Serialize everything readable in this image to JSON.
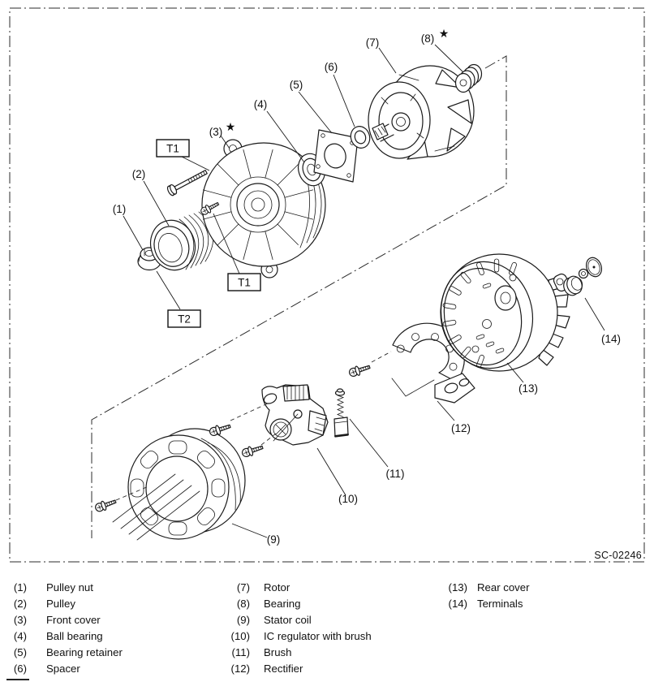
{
  "figure": {
    "diagram_code": "SC-02246",
    "star_marker": "★",
    "torque": {
      "t1": "T1",
      "t2": "T2"
    },
    "callouts": {
      "c1": "(1)",
      "c2": "(2)",
      "c3": "(3)",
      "c4": "(4)",
      "c5": "(5)",
      "c6": "(6)",
      "c7": "(7)",
      "c8": "(8)",
      "c9": "(9)",
      "c10": "(10)",
      "c11": "(11)",
      "c12": "(12)",
      "c13": "(13)",
      "c14": "(14)"
    }
  },
  "legend": {
    "col1": [
      {
        "num": "(1)",
        "label": "Pulley nut"
      },
      {
        "num": "(2)",
        "label": "Pulley"
      },
      {
        "num": "(3)",
        "label": "Front cover"
      },
      {
        "num": "(4)",
        "label": "Ball bearing"
      },
      {
        "num": "(5)",
        "label": "Bearing retainer"
      },
      {
        "num": "(6)",
        "label": "Spacer"
      }
    ],
    "col2": [
      {
        "num": "(7)",
        "label": "Rotor"
      },
      {
        "num": "(8)",
        "label": "Bearing"
      },
      {
        "num": "(9)",
        "label": "Stator coil"
      },
      {
        "num": "(10)",
        "label": "IC regulator with brush"
      },
      {
        "num": "(11)",
        "label": "Brush"
      },
      {
        "num": "(12)",
        "label": "Rectifier"
      }
    ],
    "col3": [
      {
        "num": "(13)",
        "label": "Rear cover"
      },
      {
        "num": "(14)",
        "label": "Terminals"
      }
    ]
  }
}
